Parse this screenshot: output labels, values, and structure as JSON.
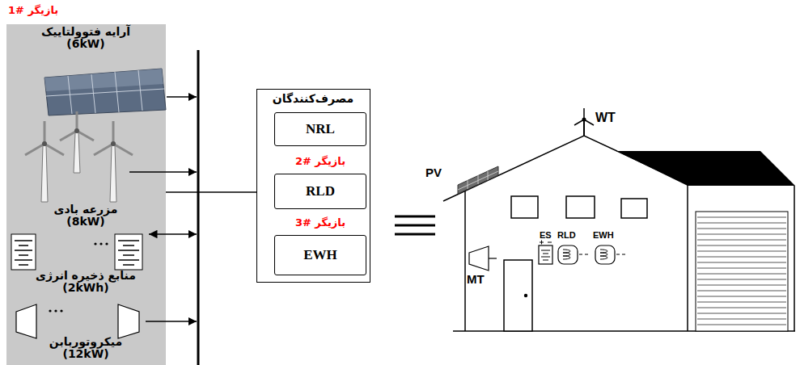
{
  "diagram": {
    "nodes": [
      {
        "text": [
          "بازیگر #1",
          "آرایه فتوولتاییک (6kW)",
          "مزرعه بادی (8kW)",
          "منابع ذخیره انرژی (2kWh)",
          "میکروتوربابن (12kW)"
        ]
      },
      {
        "text": [
          "مصرف‌کنندگان"
        ]
      },
      {
        "text": [
          "NRL"
        ],
        "in": 1
      },
      {
        "text": [
          "بازیگر #2",
          "RLD"
        ],
        "in": 1
      },
      {
        "text": [
          "بازیگر #3",
          "EWH"
        ],
        "in": 1
      }
    ],
    "edges": [
      {
        "from": 0,
        "to": 1,
        "arrow": "none"
      }
    ],
    "labels": [
      "WT",
      "PV",
      "ES",
      "RLD",
      "EWH",
      "MT"
    ]
  }
}
